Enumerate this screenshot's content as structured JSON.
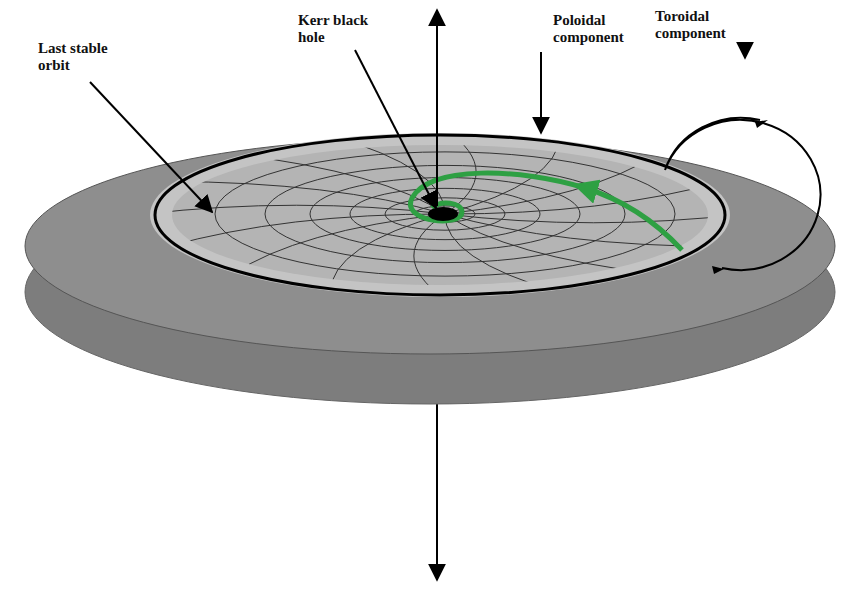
{
  "diagram": {
    "labels": [
      "Last stable orbit",
      "Kerr black hole",
      "Poloidal component",
      "Toroidal component"
    ]
  }
}
